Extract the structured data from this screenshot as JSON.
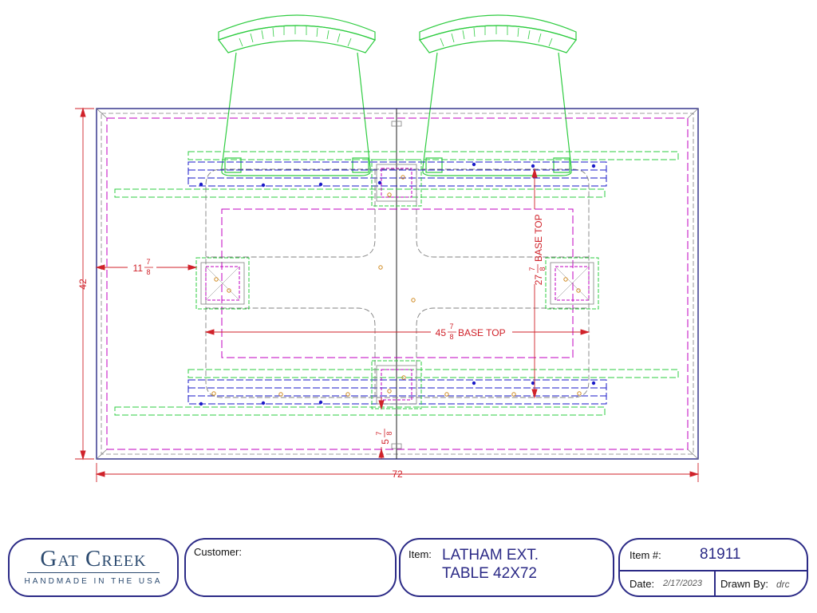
{
  "drawing": {
    "dimensions": {
      "width_total": "72",
      "height_total": "42",
      "offset_left_whole": "11",
      "offset_left_num": "7",
      "offset_left_den": "8",
      "base_width_whole": "45",
      "base_width_num": "7",
      "base_width_den": "8",
      "base_width_note": "BASE TOP",
      "base_depth_whole": "27",
      "base_depth_num": "7",
      "base_depth_den": "8",
      "base_depth_note": "BASE TOP",
      "bottom_gap_whole": "5",
      "bottom_gap_num": "7",
      "bottom_gap_den": "8"
    },
    "colors": {
      "outline": "#2b2a86",
      "magenta": "#c000c0",
      "green": "#2ecc40",
      "blue": "#1a1ac8",
      "gray": "#808080",
      "dimension": "#d0222a",
      "orange": "#d08a20"
    }
  },
  "title_block": {
    "logo_text": "Gat Creek",
    "logo_tagline": "HANDMADE IN THE USA",
    "customer_label": "Customer:",
    "customer_value": "",
    "item_label": "Item:",
    "item_line1": "LATHAM EXT.",
    "item_line2": "TABLE 42X72",
    "item_number_label": "Item #:",
    "item_number": "81911",
    "date_label": "Date:",
    "date_value": "2/17/2023",
    "drawn_by_label": "Drawn By:",
    "drawn_by_value": "drc"
  }
}
